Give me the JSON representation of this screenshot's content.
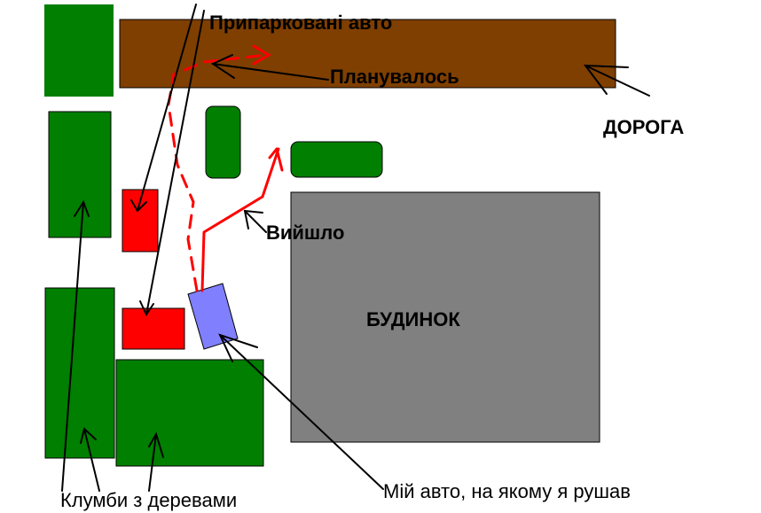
{
  "labels": {
    "parked_cars": "Припарковані авто",
    "planned": "Планувалось",
    "road": "ДОРОГА",
    "result": "Вийшло",
    "house": "БУДИНОК",
    "my_car": "Мій авто, на якому я рушав",
    "flower_beds": "Клумби з деревами"
  },
  "colors": {
    "road": "#7f3f00",
    "flower_bed": "#007f00",
    "house": "#808080",
    "parked_car": "#ff0000",
    "my_car": "#8080ff",
    "path": "#ff0000",
    "pointer": "#000000"
  }
}
